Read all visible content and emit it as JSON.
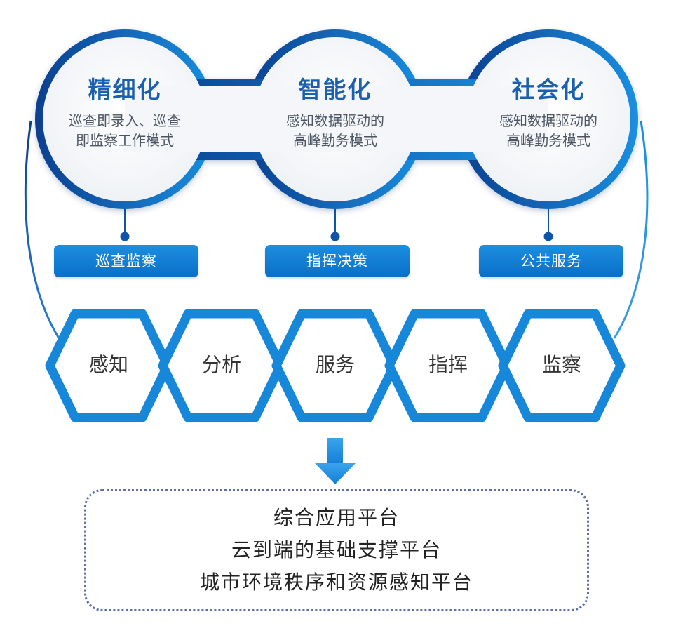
{
  "pillars": [
    {
      "title": "精细化",
      "desc_line1": "巡查即录入、巡查",
      "desc_line2": "即监察工作模式",
      "badge": "巡查监察"
    },
    {
      "title": "智能化",
      "desc_line1": "感知数据驱动的",
      "desc_line2": "高峰勤务模式",
      "badge": "指挥决策"
    },
    {
      "title": "社会化",
      "desc_line1": "感知数据驱动的",
      "desc_line2": "高峰勤务模式",
      "badge": "公共服务"
    }
  ],
  "process_steps": [
    "感知",
    "分析",
    "服务",
    "指挥",
    "监察"
  ],
  "platforms": [
    "综合应用平台",
    "云到端的基础支撑平台",
    "城市环境秩序和资源感知平台"
  ],
  "colors": {
    "ring_dark": "#0d3f8f",
    "ring_light": "#1a8fe0",
    "hex_blue": "#1787da",
    "badge_blue": "#0e78cc",
    "title_blue": "#1a5fb0",
    "arrow_blue": "#1a90e0"
  },
  "icons": {
    "arrow": "down-arrow-icon"
  }
}
